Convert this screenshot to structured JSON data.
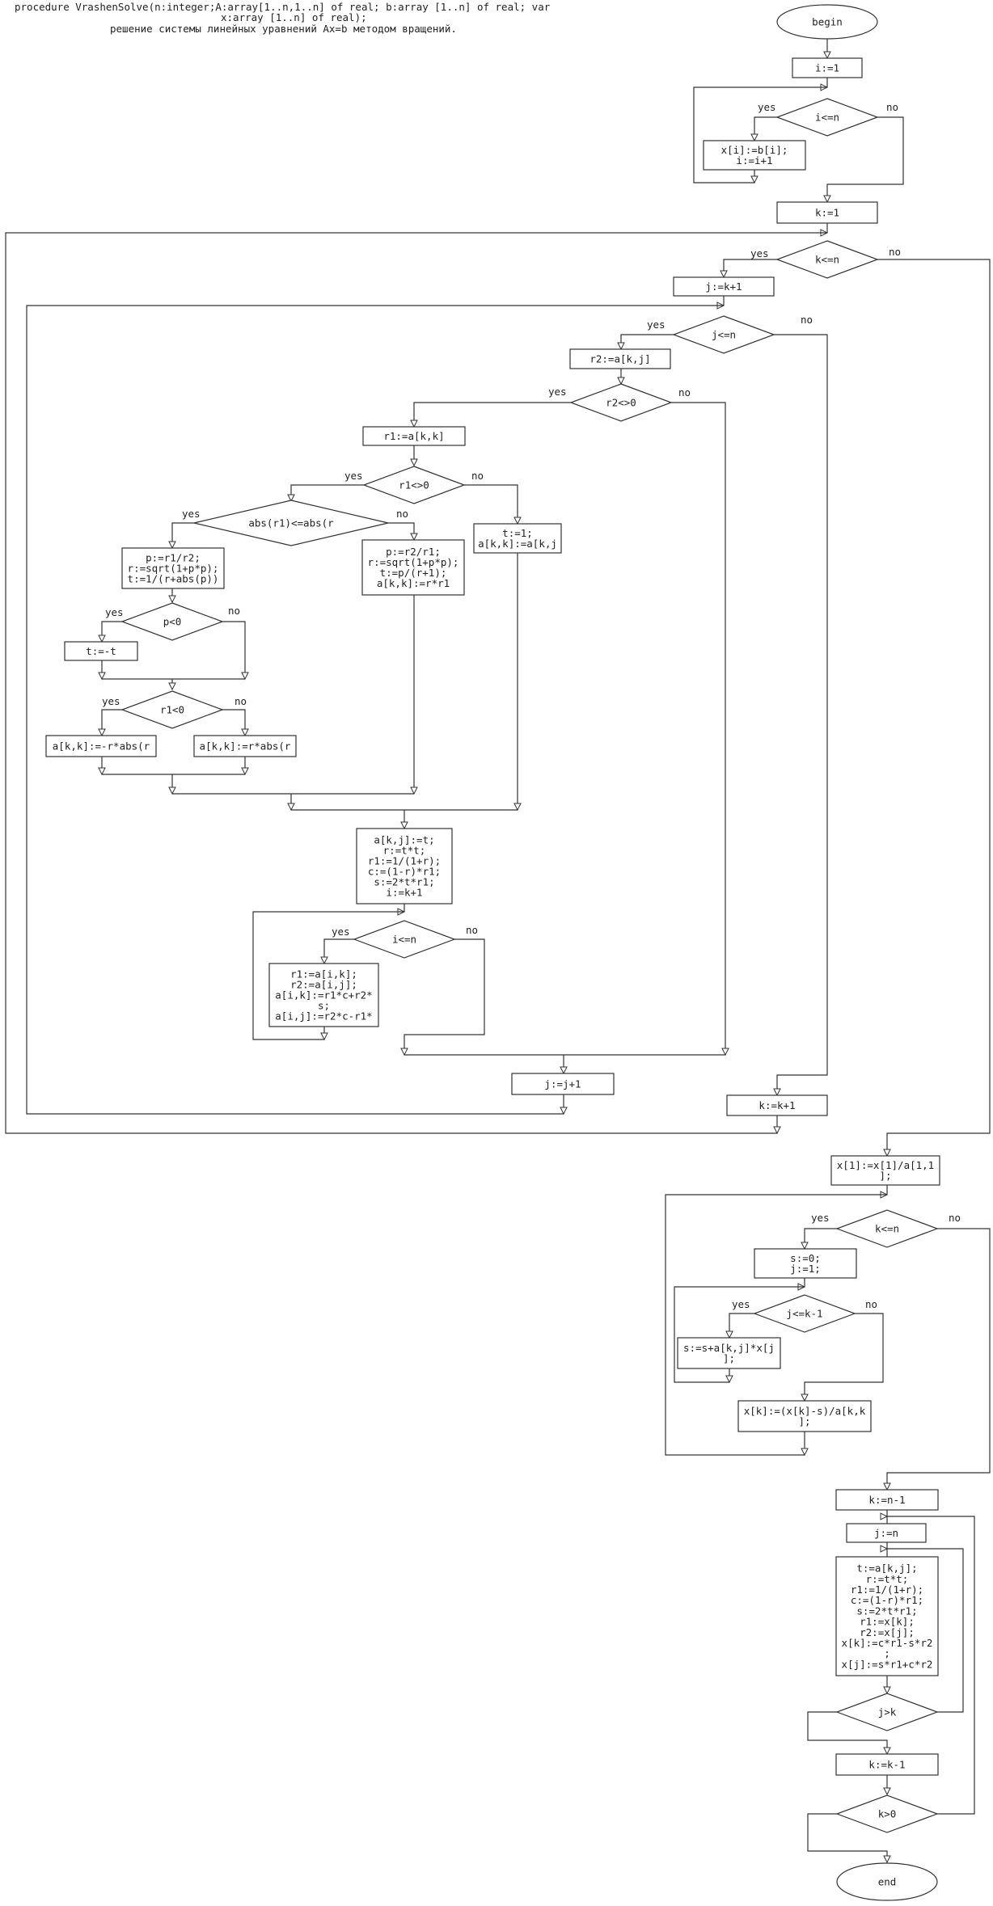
{
  "header": {
    "line1": "procedure VrashenSolve(n:integer;A:array[1..n,1..n] of real; b:array [1..n] of real; var",
    "line2": "x:array [1..n] of real);",
    "line3": "решение системы линейных уравнений Ax=b методом вращений."
  },
  "flow": {
    "begin": "begin",
    "end": "end",
    "yes": "yes",
    "no": "no",
    "i_init": "i:=1",
    "cond_i_le_n": "i<=n",
    "x_assign_1": "x[i]:=b[i];",
    "x_assign_2": "i:=i+1",
    "k_init": "k:=1",
    "cond_k_lt_n": "k<=n",
    "j_init": "j:=k+1",
    "cond_j_le_n": "j<=n",
    "r2_assign": "r2:=a[k,j]",
    "cond_r2_ne_0": "r2<>0",
    "r1_assign": "r1:=a[k,k]",
    "cond_r1_ne_0": "r1<>0",
    "cond_abs": "abs(r1)<=abs(r",
    "t1_assign_1": "t:=1;",
    "t1_assign_2": "a[k,k]:=a[k,j",
    "p_left_1": "p:=r1/r2;",
    "p_left_2": "r:=sqrt(1+p*p);",
    "p_left_3": "t:=1/(r+abs(p))",
    "p_right_1": "p:=r2/r1;",
    "p_right_2": "r:=sqrt(1+p*p);",
    "p_right_3": "t:=p/(r+1);",
    "p_right_4": "a[k,k]:=r*r1",
    "cond_p_lt_0": "p<0",
    "t_neg": "t:=-t",
    "cond_r1_lt_0": "r1<0",
    "akk_neg": "a[k,k]:=-r*abs(r",
    "akk_pos": "a[k,k]:=r*abs(r",
    "rot_1": "a[k,j]:=t;",
    "rot_2": "r:=t*t;",
    "rot_3": "r1:=1/(1+r);",
    "rot_4": "c:=(1-r)*r1;",
    "rot_5": "s:=2*t*r1;",
    "rot_6": "i:=k+1",
    "cond_i_le_n_2": "i<=n",
    "inner_1": "r1:=a[i,k];",
    "inner_2": "r2:=a[i,j];",
    "inner_3": "a[i,k]:=r1*c+r2*",
    "inner_4": "s;",
    "inner_5": "a[i,j]:=r2*c-r1*",
    "j_inc": "j:=j+1",
    "k_inc": "k:=k+1",
    "x1_1": "x[1]:=x[1]/a[1,1",
    "x1_2": "];",
    "cond_k_lt_n_2": "k<=n",
    "s_init_1": "s:=0;",
    "s_init_2": "j:=1;",
    "cond_j_le_k1": "j<=k-1",
    "s_acc": "s:=s+a[k,j]*x[j",
    "s_acc_2": "];",
    "xk_1": "x[k]:=(x[k]-s)/a[k,k",
    "xk_2": "];",
    "k_n1": "k:=n-1",
    "j_n": "j:=n",
    "back_1": "t:=a[k,j];",
    "back_2": "r:=t*t;",
    "back_3": "r1:=1/(1+r);",
    "back_4": "c:=(1-r)*r1;",
    "back_5": "s:=2*t*r1;",
    "back_6": "r1:=x[k];",
    "back_7": "r2:=x[j];",
    "back_8": "x[k]:=c*r1-s*r2",
    "back_9": ";",
    "back_10": "x[j]:=s*r1+c*r2",
    "cond_j_gt_k": "j>k",
    "k_dec": "k:=k-1",
    "cond_k_gt_0": "k>0"
  }
}
